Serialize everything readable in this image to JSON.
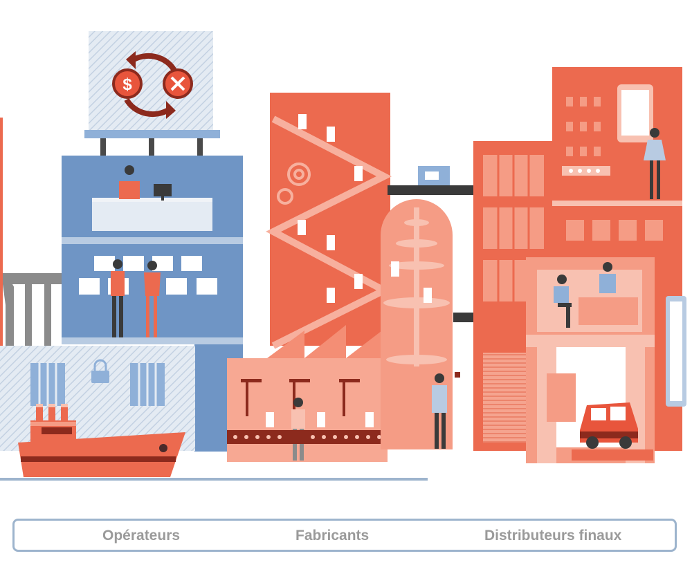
{
  "legend": {
    "operators": "Opérateurs",
    "manufacturers": "Fabricants",
    "end_distributors": "Distributeurs finaux"
  },
  "colors": {
    "orange": "#ec6a4f",
    "orange_light": "#f59c85",
    "orange_pale": "#f8c1b1",
    "blue": "#6f95c5",
    "blue_light": "#b8cbe2",
    "dark_red": "#8c2a1d",
    "outline_blue": "#9db4cd",
    "label_gray": "#9a9a9a"
  },
  "icons": {
    "billboard": "dollar-exchange-cycle-icon",
    "padlock": "padlock-icon",
    "gears": "gear-icon"
  }
}
